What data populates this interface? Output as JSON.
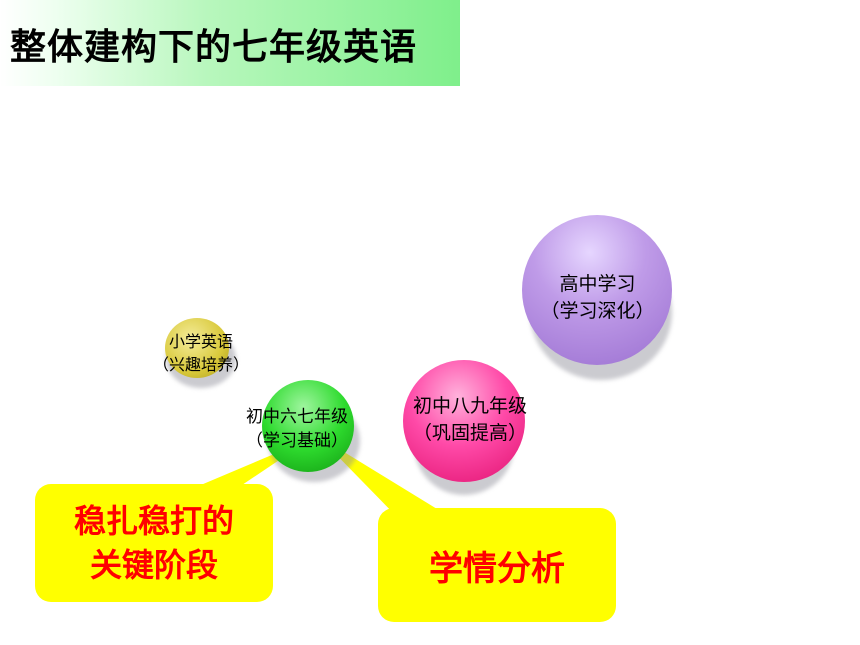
{
  "title": "整体建构下的七年级英语",
  "stages": [
    {
      "id": "primary",
      "line1": "小学英语",
      "line2": "（兴趣培养）",
      "color": "#d9c93a"
    },
    {
      "id": "junior67",
      "line1": "初中六七年级",
      "line2": "（学习基础）",
      "color": "#1fd01f"
    },
    {
      "id": "junior89",
      "line1": "初中八九年级",
      "line2": "（巩固提高）",
      "color": "#ff3fa2"
    },
    {
      "id": "senior",
      "line1": "高中学习",
      "line2": "（学习深化）",
      "color": "#b48ae0"
    }
  ],
  "callouts": [
    {
      "id": "left",
      "line1": "稳扎稳打的",
      "line2": "关键阶段"
    },
    {
      "id": "right",
      "line1": "学情分析"
    }
  ],
  "colors": {
    "callout_fill": "#ffff00",
    "callout_text": "#ff0000",
    "title_green": "#7fef8b"
  }
}
